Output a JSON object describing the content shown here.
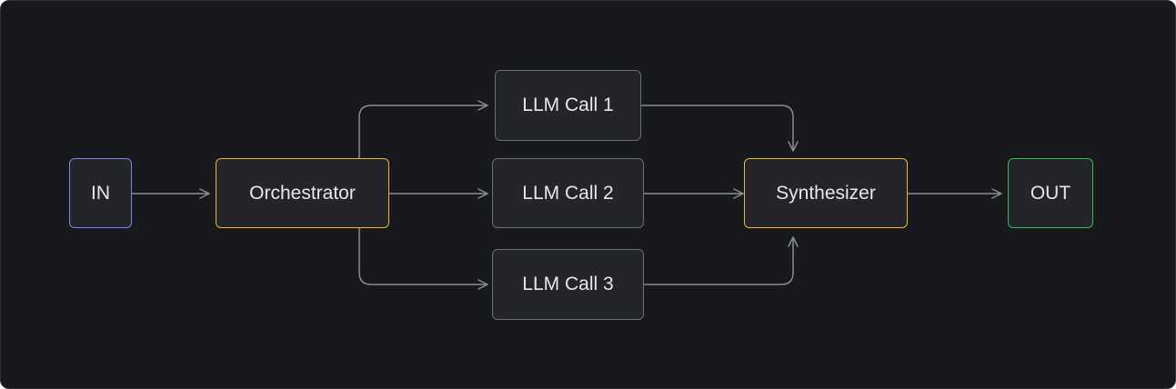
{
  "diagram": {
    "nodes": [
      {
        "id": "in",
        "label": "IN",
        "role": "input",
        "border_color": "#7b83f0"
      },
      {
        "id": "orchestrator",
        "label": "Orchestrator",
        "role": "router",
        "border_color": "#e9b73a"
      },
      {
        "id": "llm1",
        "label": "LLM Call 1",
        "role": "worker",
        "border_color": "#6b6e74"
      },
      {
        "id": "llm2",
        "label": "LLM Call 2",
        "role": "worker",
        "border_color": "#6b6e74"
      },
      {
        "id": "llm3",
        "label": "LLM Call 3",
        "role": "worker",
        "border_color": "#6b6e74"
      },
      {
        "id": "synthesizer",
        "label": "Synthesizer",
        "role": "aggregator",
        "border_color": "#e9b73a"
      },
      {
        "id": "out",
        "label": "OUT",
        "role": "output",
        "border_color": "#2fbf57"
      }
    ],
    "edges": [
      {
        "from": "in",
        "to": "orchestrator"
      },
      {
        "from": "orchestrator",
        "to": "llm1"
      },
      {
        "from": "orchestrator",
        "to": "llm2"
      },
      {
        "from": "orchestrator",
        "to": "llm3"
      },
      {
        "from": "llm1",
        "to": "synthesizer"
      },
      {
        "from": "llm2",
        "to": "synthesizer"
      },
      {
        "from": "llm3",
        "to": "synthesizer"
      },
      {
        "from": "synthesizer",
        "to": "out"
      }
    ],
    "colors": {
      "background": "#18191c",
      "node_fill": "#242528",
      "connector": "#8a8d93",
      "text": "#e8e8ea"
    }
  }
}
